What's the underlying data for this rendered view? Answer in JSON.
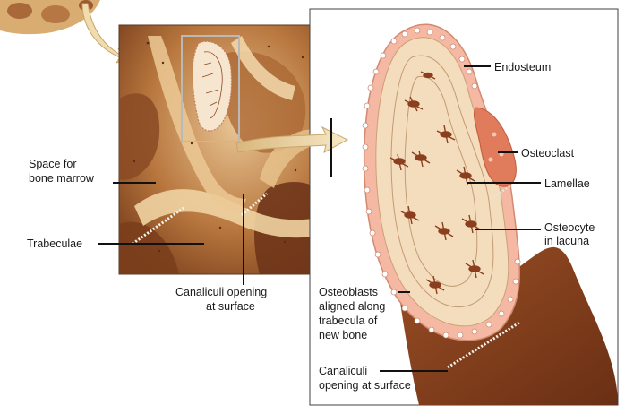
{
  "labels": {
    "endosteum": "Endosteum",
    "osteoclast": "Osteoclast",
    "lamellae": "Lamellae",
    "osteocyte_line1": "Osteocyte",
    "osteocyte_line2": "in lacuna",
    "space_line1": "Space for",
    "space_line2": "bone marrow",
    "trabeculae": "Trabeculae",
    "canaliculi_left_line1": "Canaliculi opening",
    "canaliculi_left_line2": "at surface",
    "osteoblasts_line1": "Osteoblasts",
    "osteoblasts_line2": "aligned along",
    "osteoblasts_line3": "trabecula of",
    "osteoblasts_line4": "new bone",
    "canaliculi_right_line1": "Canaliculi",
    "canaliculi_right_line2": "opening at surface"
  },
  "colors": {
    "bone_light": "#f2dcb8",
    "bone_mid": "#c98e55",
    "bone_dark": "#7a3d1c",
    "endosteum_pink": "#f3b7a5",
    "osteoclast": "#e07b5c",
    "arrow": "#f0dcae"
  }
}
